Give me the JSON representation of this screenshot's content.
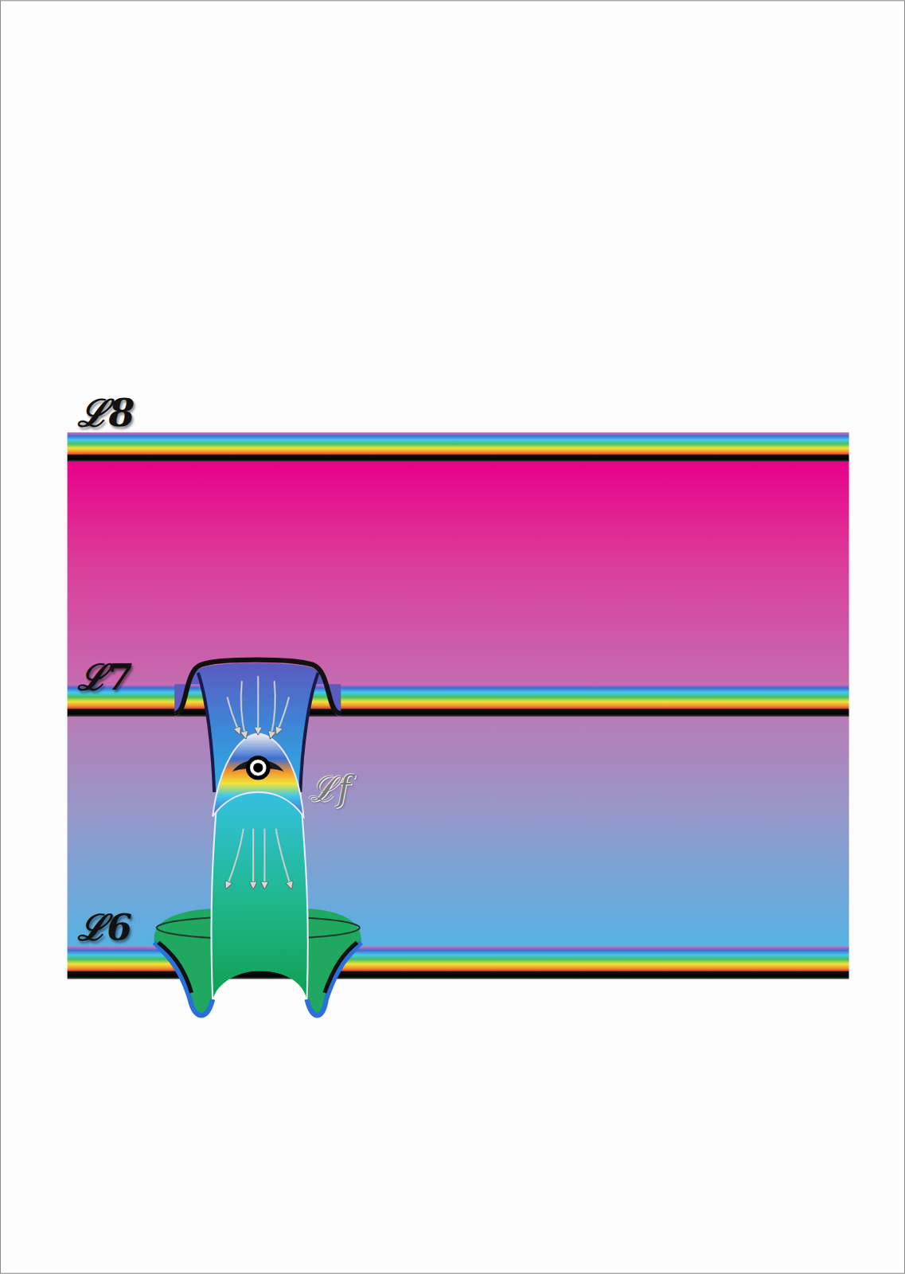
{
  "diagram": {
    "labels": [
      "ℒ8",
      "ℒ7",
      "ℒ6",
      "ℒf"
    ]
  }
}
